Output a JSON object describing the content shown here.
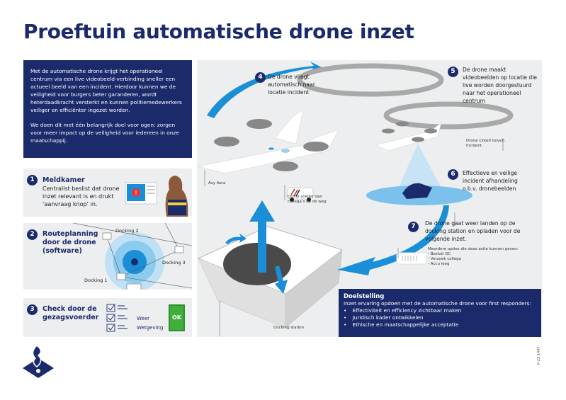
{
  "title": "Proeftuin automatische drone inzet",
  "intro": {
    "p1": "Met de automatische drone krijgt het operationeel centrum via een live videobeeld-verbinding sneller een actueel beeld van een incident. Hierdoor kunnen we de veiligheid voor burgers beter garanderen, wordt heterdaadkracht versterkt en kunnen politiemedewerkers veiliger en efficiënter ingezet worden.",
    "p2": "We doen dit met één belangrijk doel voor ogen: zorgen voor meer impact op de veiligheid voor iedereen in onze maatschappij."
  },
  "steps": [
    {
      "num": "1",
      "title": "Meldkamer",
      "text": "Centralist beslist dat drone inzet relevant is en drukt ‘aanvraag knop’ in."
    },
    {
      "num": "2",
      "title": "Routeplanning door de drone (software)",
      "docking": [
        "Docking 1",
        "Docking 2",
        "Docking 3"
      ]
    },
    {
      "num": "3",
      "title": "Check door de gezagsvoerder",
      "checks": [
        "Weer",
        "Wetgeving"
      ],
      "ok": "OK"
    },
    {
      "num": "4",
      "text": "De drone vliegt automatisch naar locatie incident"
    },
    {
      "num": "5",
      "text": "De drone maakt videobeelden op locatie die live worden doorgestuurd naar het operationeel centrum"
    },
    {
      "num": "6",
      "text": "Effectieve en veilige incident afhandeling o.b.v. dronebeelden"
    },
    {
      "num": "7",
      "text": "De drone gaat weer landen op de docking station en opladen voor de volgende inzet."
    }
  ],
  "labels": {
    "drone_model": "Avy Aera",
    "circling": "Drone cirkelt boven incident",
    "faster": "Drone sneller dan collega’s op de weg",
    "docking_station": "Docking station",
    "options_title": "Meerdere opties die deze actie kunnen geven:",
    "options": [
      "- Besluit OC",
      "- Verzoek collega",
      "- Accu leeg"
    ]
  },
  "doel": {
    "title": "Doelstelling",
    "intro": "Inzet ervaring opdoen met de automatische drone voor first responders:",
    "items": [
      "Effectiviteit en efficiency zichtbaar maken",
      "Juridisch kader ontwikkelen",
      "Ethische en maatschappelijke acceptatie"
    ]
  },
  "code": "P-22-1447",
  "colors": {
    "navy": "#1b2a6b",
    "blue": "#1a8fd8",
    "panel": "#eceeef",
    "ok": "#3fae3a"
  }
}
